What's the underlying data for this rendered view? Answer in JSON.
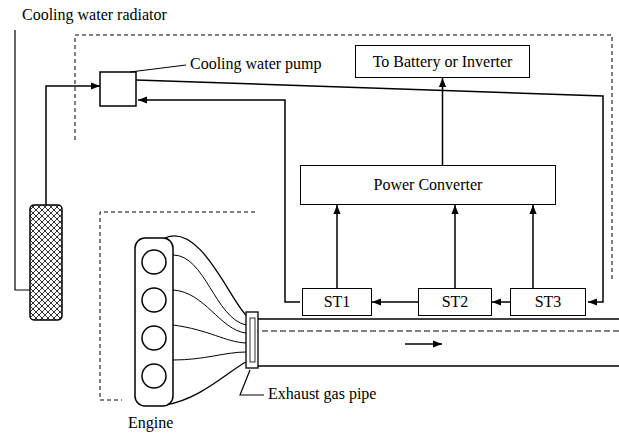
{
  "diagram": {
    "nodes": [
      {
        "text": [
          "To Battery or Inverter"
        ]
      },
      {
        "text": [
          "Power Converter"
        ]
      },
      {
        "text": [
          "ST1"
        ]
      },
      {
        "text": [
          "ST2"
        ]
      },
      {
        "text": [
          "ST3"
        ]
      }
    ],
    "edges": [
      {
        "from": 2,
        "to": 1,
        "arrow": "to"
      },
      {
        "from": 3,
        "to": 1,
        "arrow": "to"
      },
      {
        "from": 4,
        "to": 1,
        "arrow": "to"
      },
      {
        "from": 1,
        "to": 0,
        "arrow": "to"
      },
      {
        "from": 4,
        "to": 3,
        "arrow": "to"
      },
      {
        "from": 3,
        "to": 2,
        "arrow": "to"
      }
    ],
    "labels": [
      "Cooling water radiator",
      "Cooling water pump",
      "Engine",
      "Exhaust gas pipe"
    ]
  }
}
